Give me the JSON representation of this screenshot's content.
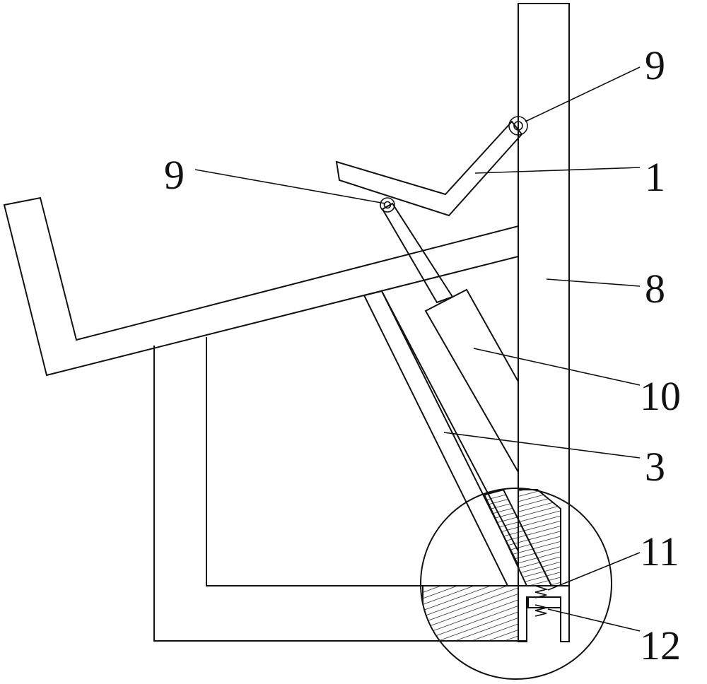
{
  "diagram": {
    "labels": {
      "pivot_upper": "9",
      "pivot_lower": "9",
      "part_1": "1",
      "part_8": "8",
      "part_10": "10",
      "part_3": "3",
      "part_11": "11",
      "part_12": "12"
    },
    "colors": {
      "line": "#111111",
      "background": "#ffffff",
      "hatch": "#111111"
    }
  }
}
